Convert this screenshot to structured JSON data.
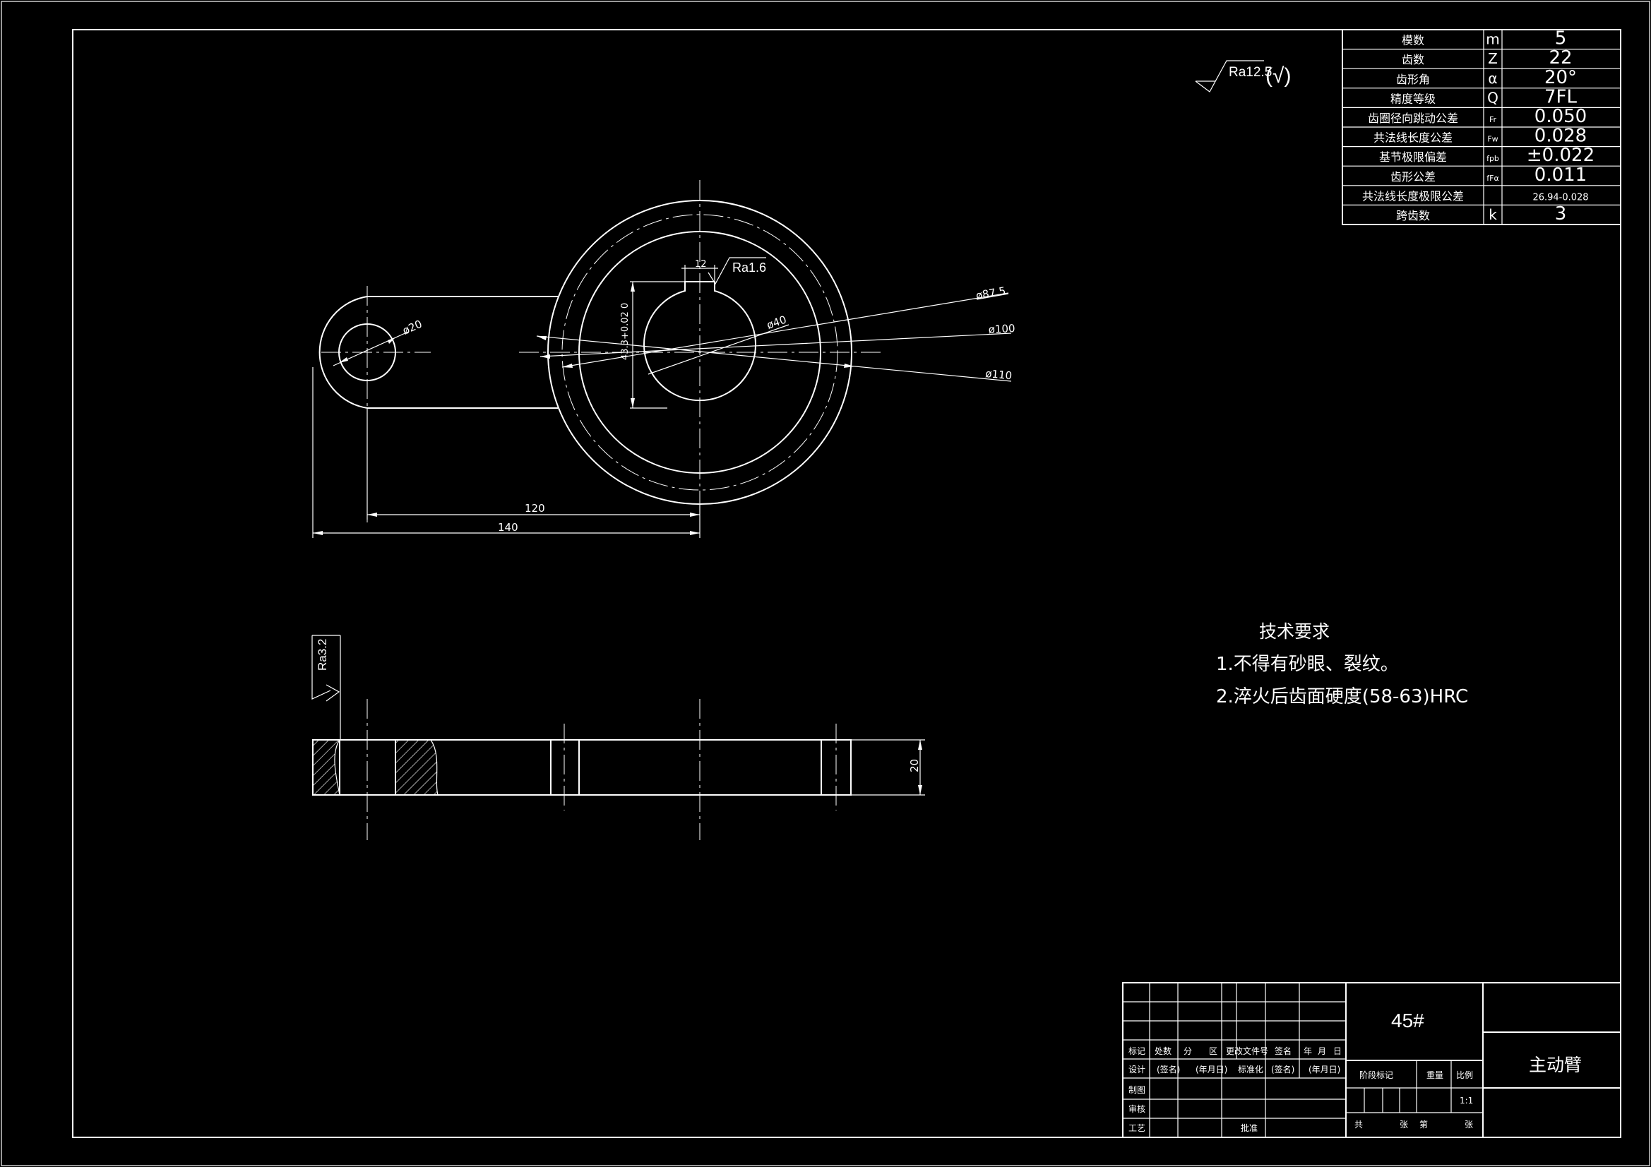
{
  "gear_params": [
    {
      "name": "模数",
      "symbol": "m",
      "value": "5"
    },
    {
      "name": "齿数",
      "symbol": "Z",
      "value": "22"
    },
    {
      "name": "齿形角",
      "symbol": "α",
      "value": "20°"
    },
    {
      "name": "精度等级",
      "symbol": "Q",
      "value": "7FL"
    },
    {
      "name": "齿圈径向跳动公差",
      "symbol": "Fr",
      "value": "0.050"
    },
    {
      "name": "共法线长度公差",
      "symbol": "Fw",
      "value": "0.028"
    },
    {
      "name": "基节极限偏差",
      "symbol": "fpb",
      "value": "±0.022"
    },
    {
      "name": "齿形公差",
      "symbol": "fFα",
      "value": "0.011"
    },
    {
      "name": "共法线长度极限公差",
      "symbol": "",
      "value": "26.94-0.028"
    },
    {
      "name": "跨齿数",
      "symbol": "k",
      "value": "3"
    }
  ],
  "roughness": {
    "general": "Ra12.5",
    "general_suffix": "(√)",
    "keyway": "Ra1.6",
    "face": "Ra3.2"
  },
  "dimensions": {
    "d87_5": "ø87.5",
    "d100": "ø100",
    "d110": "ø110",
    "d40": "ø40",
    "d20": "ø20",
    "keyway_width": "12",
    "keyway_depth": "43.3+0.02 0",
    "len120": "120",
    "len140": "140",
    "thickness": "20"
  },
  "tech_requirements": {
    "title": "技术要求",
    "items": [
      "1.不得有砂眼、裂纹。",
      "2.淬火后齿面硬度(58-63)HRC"
    ]
  },
  "title_block": {
    "material": "45#",
    "part_name": "主动臂",
    "headers": [
      "标记",
      "处数",
      "分",
      "区",
      "更改文件号",
      "签名",
      "年",
      "月",
      "日"
    ],
    "row_design": [
      "设计",
      "(签名)",
      "(年月日)",
      "标准化",
      "(签名)",
      "(年月日)"
    ],
    "labels": [
      "制图",
      "审核",
      "工艺",
      "批准"
    ],
    "stage_mark": "阶段标记",
    "weight": "重量",
    "scale_label": "比例",
    "scale": "1:1",
    "sheets": [
      "共",
      "张",
      "第",
      "张"
    ]
  },
  "colors": {
    "background": "#000000",
    "lines": "#ffffff"
  }
}
